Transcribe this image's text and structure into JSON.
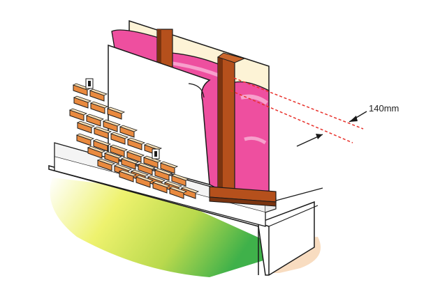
{
  "diagram": {
    "dimension": {
      "label": "140mm"
    },
    "components": [
      "brick-veneer",
      "brick-ties",
      "cavity",
      "building-wrap",
      "timber-studs",
      "insulation-batts",
      "bottom-plate",
      "concrete-slab",
      "flashing",
      "ground"
    ]
  },
  "colors": {
    "insulation": "#ee4f9f",
    "insulation_light": "#f7a0cc",
    "timber": "#b5501c",
    "timber_dark": "#7a3410",
    "brick": "#e98a3f",
    "mortar": "#f6e0b8",
    "dimension_line": "#e8302a",
    "ground_green": "#4cb848",
    "ground_yellow": "#e6ec62",
    "sand": "#f8dcc0",
    "wrap": "#ffffff"
  }
}
